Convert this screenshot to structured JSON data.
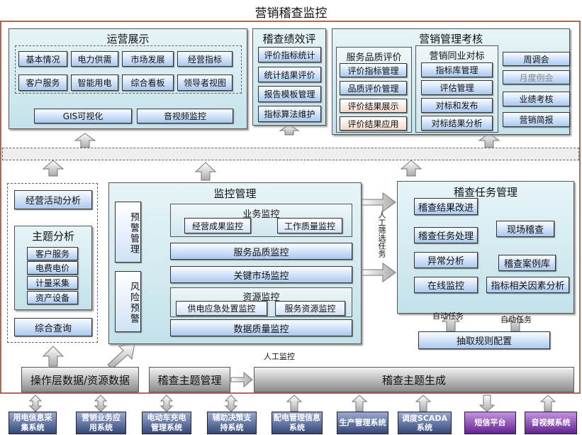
{
  "title": "营销稽查监控",
  "yunying": {
    "title": "运营展示",
    "items": [
      "基本情况",
      "电力供需",
      "市场发展",
      "经营指标",
      "客户服务",
      "智能用电",
      "综合看板",
      "领导者视图"
    ],
    "gis": "GIS可视化",
    "av": "音视频监控"
  },
  "jixiao": {
    "title": "稽查绩效评",
    "items": [
      "评价指标统计",
      "统计结果评价",
      "报告模板管理",
      "指标算法维护"
    ]
  },
  "kaohe": {
    "title": "营销管理考核",
    "fwpz": {
      "title": "服务品质评价",
      "items": [
        "评价指标管理",
        "品质评价管理",
        "评价结果展示",
        "评价结果应用"
      ]
    },
    "tybd": {
      "title": "营销同业对标",
      "items": [
        "指标库管理",
        "评估管理",
        "对标和发布",
        "对标结果分析"
      ]
    },
    "right": [
      "周调会",
      "月度例会",
      "业绩考核",
      "营销简报"
    ]
  },
  "left": {
    "jyhd": "经营活动分析",
    "ztfx": {
      "title": "主题分析",
      "items": [
        "客户服务",
        "电费电价",
        "计量采集",
        "资产设备"
      ]
    },
    "zhcx": "综合查询"
  },
  "jiankong": {
    "title": "监控管理",
    "yjgl": "预警管理",
    "fxyj": "风险预警",
    "ywjk": {
      "title": "业务监控",
      "items": [
        "经营成果监控",
        "工作质量监控"
      ]
    },
    "fwpzjk": "服务品质监控",
    "gjsc": "关键市场监控",
    "zyjk": {
      "title": "资源监控",
      "items": [
        "供电应急处置监控",
        "服务资源监控"
      ]
    },
    "sjzl": "数据质量监控"
  },
  "rgsx": "人工筛选任务",
  "renwu": {
    "title": "稽查任务管理",
    "jggj": "稽查结果改进",
    "rwcl": "稽查任务处理",
    "xcjc": "现场稽查",
    "ycfx": "异常分析",
    "alk": "稽查案例库",
    "zxjk": "在线监控",
    "zbxg": "指标相关因素分析"
  },
  "auto1": "自动任务",
  "auto2": "自动任务",
  "cqgz": "抽取规则配置",
  "rgjk": "人工监控",
  "bottom": {
    "czc": "操作层数据/资源数据",
    "ztgl": "稽查主题管理",
    "ztsc": "稽查主题生成"
  },
  "systems": [
    "用电信息采集系统",
    "营销业务应用系统",
    "电动车充电管理系统",
    "辅助决策支持系统",
    "配电管理信息系统",
    "生产管理系统",
    "调度SCADA系统",
    "短信平台",
    "音视频系统"
  ],
  "colors": {
    "panel": "#c3e2ea",
    "button": "#a9c9f0",
    "system": "#34487a",
    "purple": "#62248f",
    "redArrow": "#e00000"
  }
}
